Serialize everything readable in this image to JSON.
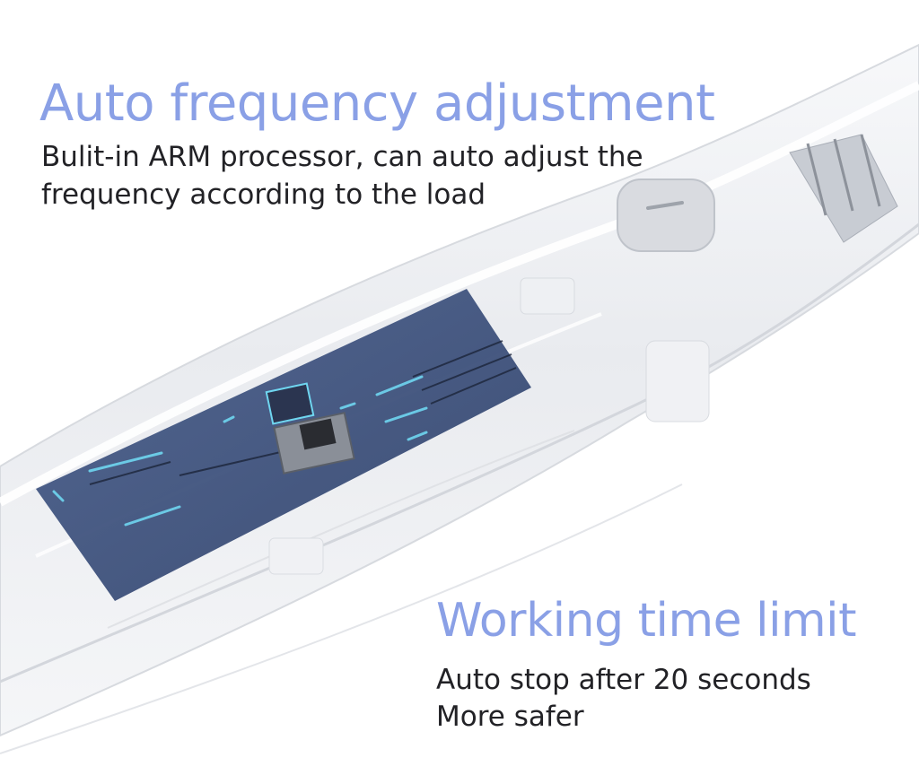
{
  "sections": [
    {
      "headline": "Auto frequency adjustment",
      "lines": [
        "Bulit-in ARM processor, can auto adjust the",
        "frequency according to the load"
      ]
    },
    {
      "headline": "Working time limit",
      "lines": [
        "Auto stop after 20 seconds",
        "More safer"
      ]
    }
  ],
  "colors": {
    "headline": "#8aa0e6",
    "body_text": "#222226",
    "circuit_board": "#3a4f7a",
    "chip_highlight": "#6fd6f0"
  },
  "product_illustration": {
    "elements": [
      "transparent-device-shell",
      "circuit-board",
      "arm-processor-chip",
      "power-button",
      "motor"
    ]
  }
}
